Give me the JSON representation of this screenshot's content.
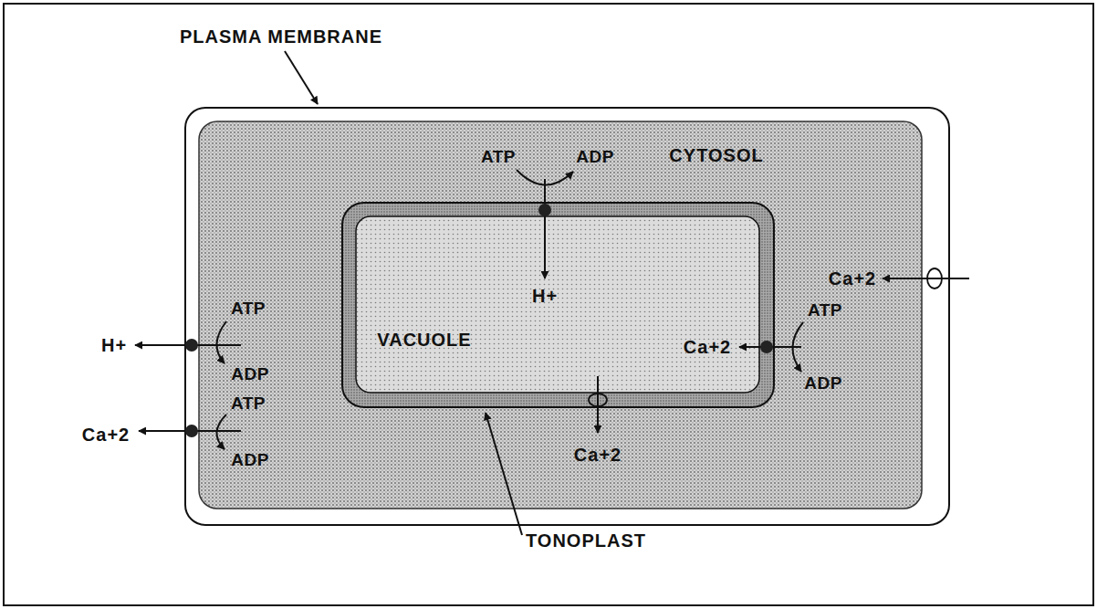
{
  "diagram": {
    "nodes": [
      {
        "text": [
          "CYTOSOL"
        ]
      },
      {
        "text": [
          "VACUOLE"
        ],
        "in": 0
      }
    ],
    "labels": [
      "PLASMA MEMBRANE",
      "TONOPLAST",
      "ATP",
      "ADP",
      "H+",
      "ATP",
      "ADP",
      "Ca+2",
      "Ca+2",
      "Ca+2",
      "ATP",
      "ADP",
      "H+",
      "ATP",
      "ADP",
      "Ca+2"
    ]
  }
}
